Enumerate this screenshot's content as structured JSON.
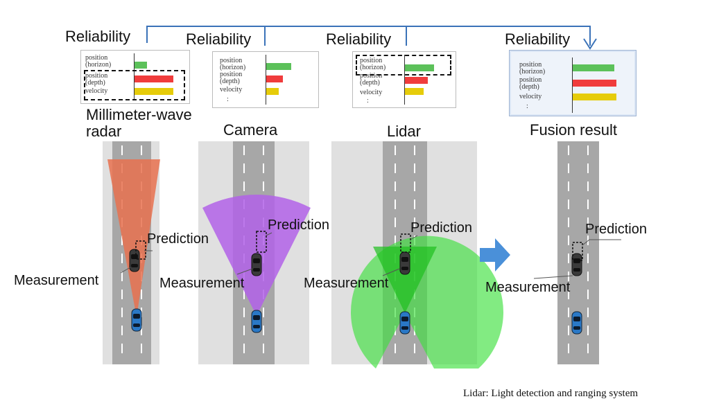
{
  "reliability_label": "Reliability",
  "rows": [
    "position\n(horizon)",
    "position\n(depth)",
    "velocity"
  ],
  "more": ":",
  "sensors": [
    {
      "title": "Millimeter-wave\nradar",
      "bars": [
        0.25,
        0.8,
        0.8
      ],
      "colors": [
        "#5cc15a",
        "#f03c3c",
        "#e6cc0a"
      ]
    },
    {
      "title": "Camera",
      "bars": [
        0.6,
        0.4,
        0.3
      ],
      "colors": [
        "#5cc15a",
        "#f03c3c",
        "#e6cc0a"
      ]
    },
    {
      "title": "Lidar",
      "bars": [
        0.7,
        0.55,
        0.45
      ],
      "colors": [
        "#5cc15a",
        "#f03c3c",
        "#e6cc0a"
      ]
    },
    {
      "title": "Fusion result",
      "bars": [
        0.85,
        0.9,
        0.9
      ],
      "colors": [
        "#5cc15a",
        "#f03c3c",
        "#e6cc0a"
      ]
    }
  ],
  "prediction_label": "Prediction",
  "measurement_label": "Measurement",
  "footnote": "Lidar: Light detection and ranging system",
  "colors": {
    "radar_cone": "#e8714f",
    "camera_cone": "#b262e8",
    "lidar_cone": "#3fe03f",
    "arrow": "#4a90d9",
    "road": "#a7a7a7",
    "verge": "#e0e0e0",
    "bracket": "#3a72b8"
  }
}
